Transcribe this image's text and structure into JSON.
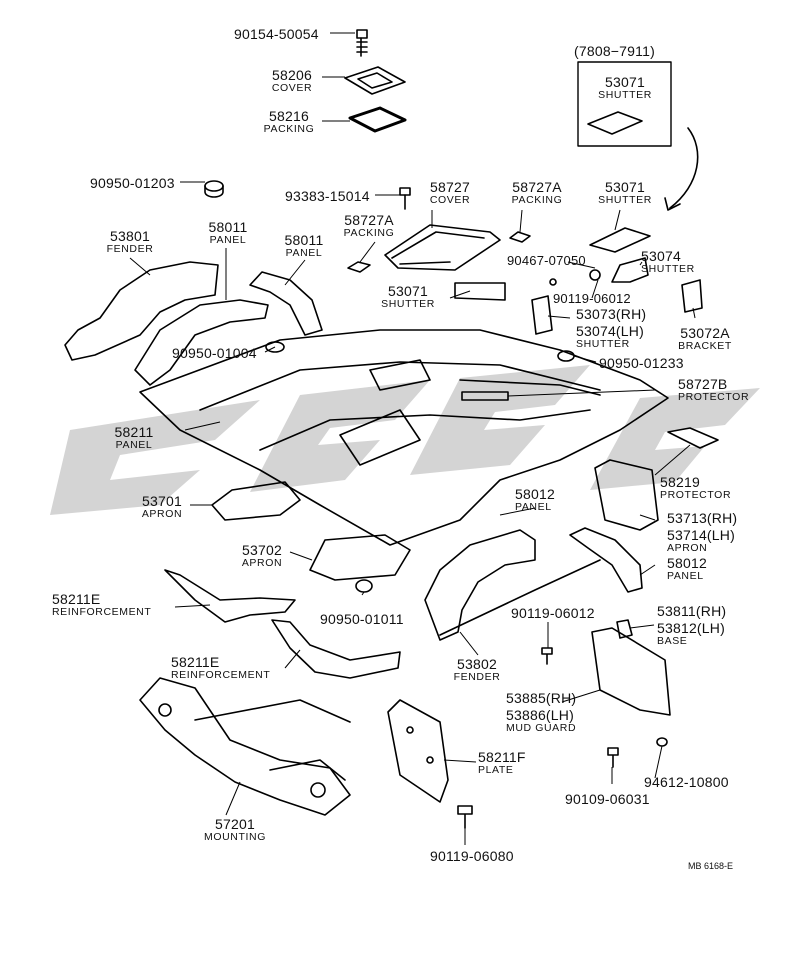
{
  "diagram": {
    "ref_code": "MB 6168-E",
    "watermark_text": "",
    "callouts": [
      {
        "id": "c01",
        "number": "90154-50054",
        "name": ""
      },
      {
        "id": "c02",
        "number": "58206",
        "name": "COVER"
      },
      {
        "id": "c03",
        "number": "58216",
        "name": "PACKING"
      },
      {
        "id": "c04",
        "number": "(7808−7911)",
        "name": ""
      },
      {
        "id": "c05",
        "number": "53071",
        "name": "SHUTTER"
      },
      {
        "id": "c06",
        "number": "90950-01203",
        "name": ""
      },
      {
        "id": "c07",
        "number": "93383-15014",
        "name": ""
      },
      {
        "id": "c08",
        "number": "58727",
        "name": "COVER"
      },
      {
        "id": "c09",
        "number": "58727A",
        "name": "PACKING"
      },
      {
        "id": "c10",
        "number": "53071",
        "name": "SHUTTER"
      },
      {
        "id": "c11",
        "number": "53801",
        "name": "FENDER"
      },
      {
        "id": "c12",
        "number": "58011",
        "name": "PANEL"
      },
      {
        "id": "c13",
        "number": "58011",
        "name": "PANEL"
      },
      {
        "id": "c14",
        "number": "58727A",
        "name": "PACKING"
      },
      {
        "id": "c15",
        "number": "53074",
        "name": "SHUTTER"
      },
      {
        "id": "c16",
        "number": "90467-07050",
        "name": ""
      },
      {
        "id": "c17",
        "number": "53071",
        "name": "SHUTTER"
      },
      {
        "id": "c18",
        "number": "90119-06012",
        "name": ""
      },
      {
        "id": "c19",
        "number": "53073(RH)",
        "name": ""
      },
      {
        "id": "c20",
        "number": "53074(LH)",
        "name": "SHUTTER"
      },
      {
        "id": "c21",
        "number": "53072A",
        "name": "BRACKET"
      },
      {
        "id": "c22",
        "number": "90950-01004",
        "name": ""
      },
      {
        "id": "c23",
        "number": "90950-01233",
        "name": ""
      },
      {
        "id": "c24",
        "number": "58727B",
        "name": "PROTECTOR"
      },
      {
        "id": "c25",
        "number": "58211",
        "name": "PANEL"
      },
      {
        "id": "c26",
        "number": "58219",
        "name": "PROTECTOR"
      },
      {
        "id": "c27",
        "number": "53701",
        "name": "APRON"
      },
      {
        "id": "c28",
        "number": "58012",
        "name": "PANEL"
      },
      {
        "id": "c29",
        "number": "53713(RH)",
        "name": ""
      },
      {
        "id": "c30",
        "number": "53714(LH)",
        "name": "APRON"
      },
      {
        "id": "c31",
        "number": "53702",
        "name": "APRON"
      },
      {
        "id": "c32",
        "number": "58012",
        "name": "PANEL"
      },
      {
        "id": "c33",
        "number": "58211E",
        "name": "REINFORCEMENT"
      },
      {
        "id": "c34",
        "number": "90950-01011",
        "name": ""
      },
      {
        "id": "c35",
        "number": "90119-06012",
        "name": ""
      },
      {
        "id": "c36",
        "number": "53811(RH)",
        "name": ""
      },
      {
        "id": "c37",
        "number": "53812(LH)",
        "name": "BASE"
      },
      {
        "id": "c38",
        "number": "58211E",
        "name": "REINFORCEMENT"
      },
      {
        "id": "c39",
        "number": "53802",
        "name": "FENDER"
      },
      {
        "id": "c40",
        "number": "53885(RH)",
        "name": ""
      },
      {
        "id": "c41",
        "number": "53886(LH)",
        "name": "MUD GUARD"
      },
      {
        "id": "c42",
        "number": "58211F",
        "name": "PLATE"
      },
      {
        "id": "c43",
        "number": "94612-10800",
        "name": ""
      },
      {
        "id": "c44",
        "number": "90109-06031",
        "name": ""
      },
      {
        "id": "c45",
        "number": "57201",
        "name": "MOUNTING"
      },
      {
        "id": "c46",
        "number": "90119-06080",
        "name": ""
      }
    ]
  }
}
